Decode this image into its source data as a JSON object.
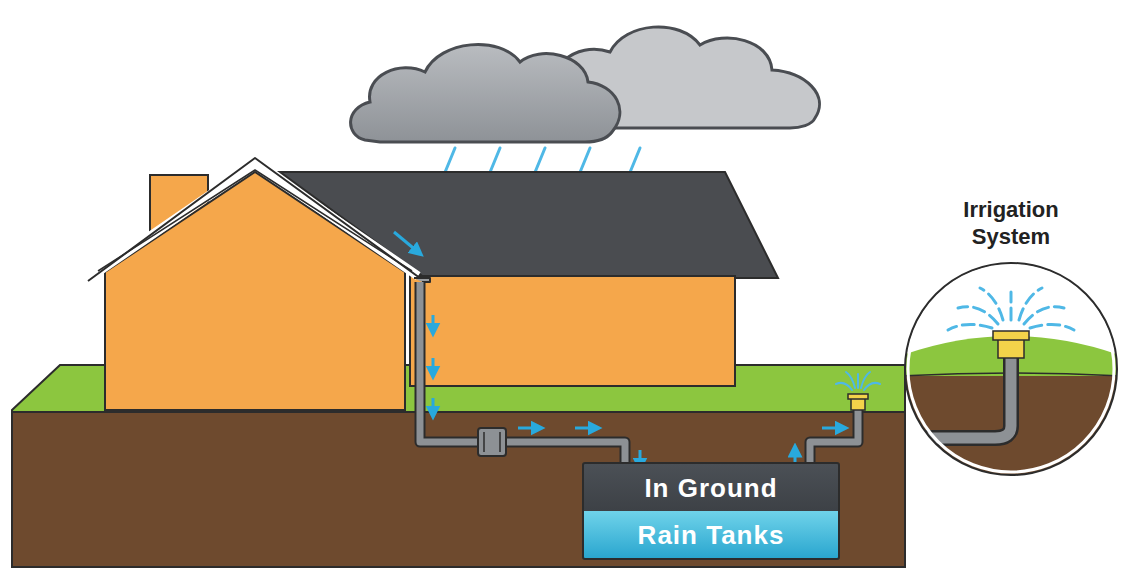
{
  "diagram": {
    "nodes": [
      {
        "text": [
          "Irrigation System"
        ]
      },
      {
        "text": [
          "In Ground",
          "Rain Tanks"
        ]
      }
    ]
  }
}
